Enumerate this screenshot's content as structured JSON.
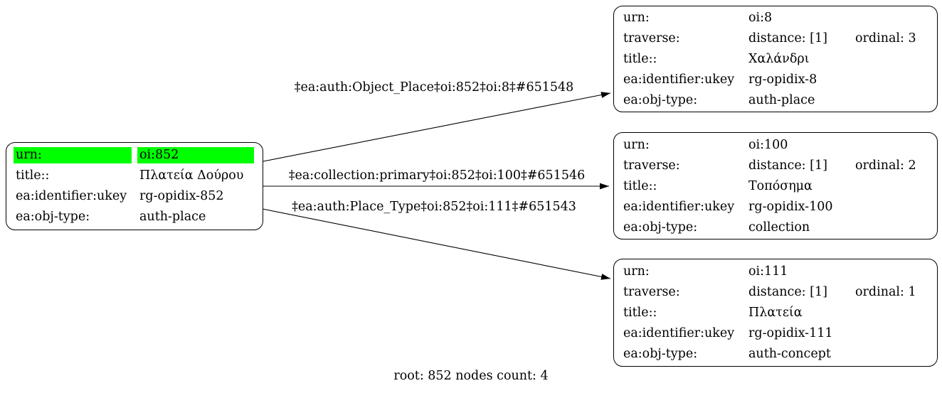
{
  "caption": "root: 852 nodes count: 4",
  "colors": {
    "highlight": "#00ff00",
    "node_border": "#000000",
    "edge": "#000000",
    "text": "#000000",
    "background": "#ffffff"
  },
  "root_node": {
    "id": "oi:852",
    "highlight_row": 0,
    "rows": [
      {
        "key": "urn:",
        "value": "oi:852"
      },
      {
        "key": "title::",
        "value": "Πλατεία Δούρου"
      },
      {
        "key": "ea:identifier:ukey",
        "value": "rg-opidix-852"
      },
      {
        "key": "ea:obj-type:",
        "value": "auth-place"
      }
    ]
  },
  "nodes": [
    {
      "id": "oi:8",
      "rows": [
        {
          "key": "urn:",
          "value": "oi:8"
        },
        {
          "key": "traverse:",
          "value": "distance: [1]",
          "ordinal": "ordinal: 3"
        },
        {
          "key": "title::",
          "value": "Χαλάνδρι"
        },
        {
          "key": "ea:identifier:ukey",
          "value": "rg-opidix-8"
        },
        {
          "key": "ea:obj-type:",
          "value": "auth-place"
        }
      ]
    },
    {
      "id": "oi:100",
      "rows": [
        {
          "key": "urn:",
          "value": "oi:100"
        },
        {
          "key": "traverse:",
          "value": "distance: [1]",
          "ordinal": "ordinal: 2"
        },
        {
          "key": "title::",
          "value": "Τοπόσημα"
        },
        {
          "key": "ea:identifier:ukey",
          "value": "rg-opidix-100"
        },
        {
          "key": "ea:obj-type:",
          "value": "collection"
        }
      ]
    },
    {
      "id": "oi:111",
      "rows": [
        {
          "key": "urn:",
          "value": "oi:111"
        },
        {
          "key": "traverse:",
          "value": "distance: [1]",
          "ordinal": "ordinal: 1"
        },
        {
          "key": "title::",
          "value": "Πλατεία"
        },
        {
          "key": "ea:identifier:ukey",
          "value": "rg-opidix-111"
        },
        {
          "key": "ea:obj-type:",
          "value": "auth-concept"
        }
      ]
    }
  ],
  "edges": [
    {
      "from": "oi:852",
      "to": "oi:8",
      "label": "‡ea:auth:Object_Place‡oi:852‡oi:8‡#651548"
    },
    {
      "from": "oi:852",
      "to": "oi:100",
      "label": "‡ea:collection:primary‡oi:852‡oi:100‡#651546"
    },
    {
      "from": "oi:852",
      "to": "oi:111",
      "label": "‡ea:auth:Place_Type‡oi:852‡oi:111‡#651543"
    }
  ]
}
